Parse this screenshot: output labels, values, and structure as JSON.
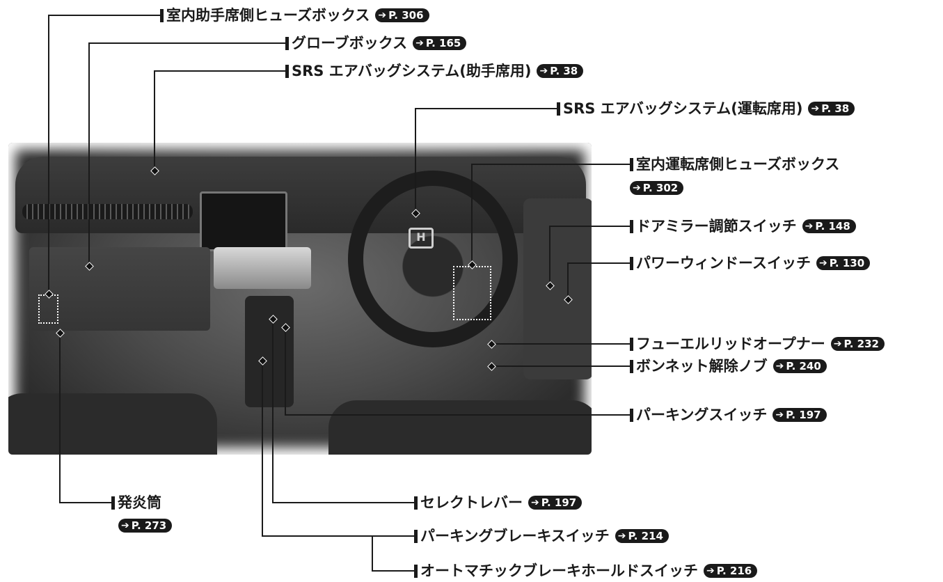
{
  "labels": {
    "fuse_passenger": {
      "text": "室内助手席側ヒューズボックス",
      "ref": "P. 306"
    },
    "glove_box": {
      "text": "グローブボックス",
      "ref": "P. 165"
    },
    "srs_passenger": {
      "text": "SRS エアバッグシステム(助手席用)",
      "ref": "P. 38"
    },
    "srs_driver": {
      "text": "SRS エアバッグシステム(運転席用)",
      "ref": "P. 38"
    },
    "fuse_driver": {
      "text": "室内運転席側ヒューズボックス",
      "ref": "P. 302"
    },
    "mirror_switch": {
      "text": "ドアミラー調節スイッチ",
      "ref": "P. 148"
    },
    "window_switch": {
      "text": "パワーウィンドースイッチ",
      "ref": "P. 130"
    },
    "fuel_lid": {
      "text": "フューエルリッドオープナー",
      "ref": "P. 232"
    },
    "hood_release": {
      "text": "ボンネット解除ノブ",
      "ref": "P. 240"
    },
    "parking_switch": {
      "text": "パーキングスイッチ",
      "ref": "P. 197"
    },
    "flare": {
      "text": "発炎筒",
      "ref": "P. 273"
    },
    "select_lever": {
      "text": "セレクトレバー",
      "ref": "P. 197"
    },
    "parking_brake": {
      "text": "パーキングブレーキスイッチ",
      "ref": "P. 214"
    },
    "auto_brake_hold": {
      "text": "オートマチックブレーキホールドスイッチ",
      "ref": "P. 216"
    }
  },
  "photo": {
    "emblem": "H"
  }
}
